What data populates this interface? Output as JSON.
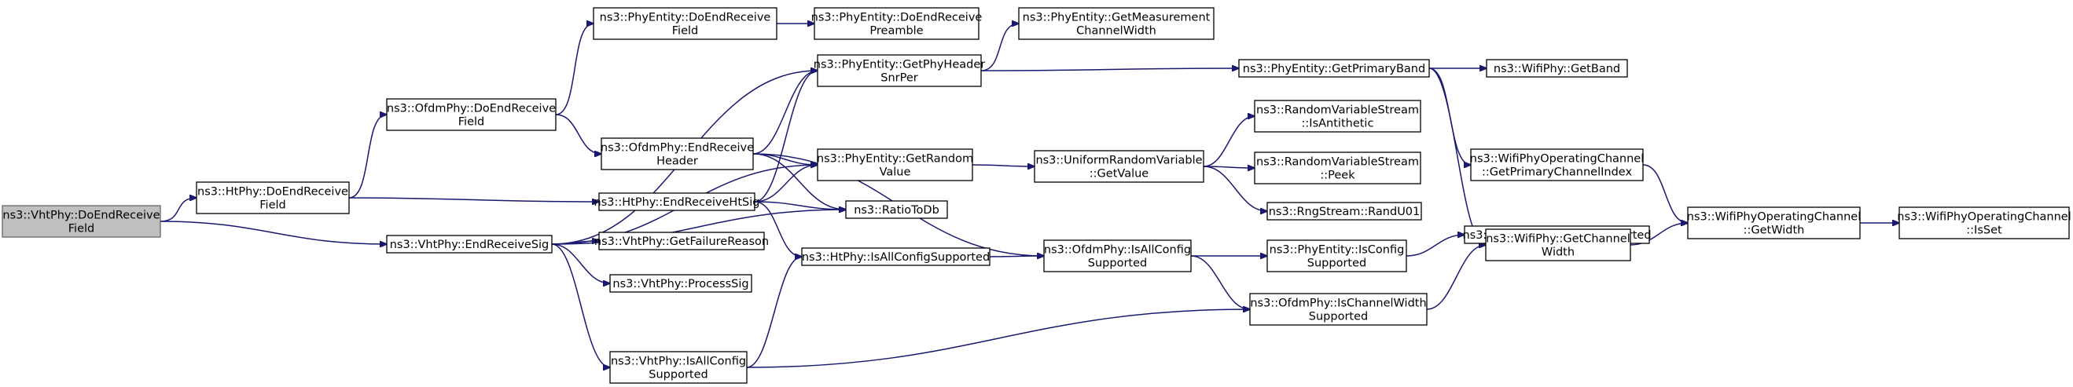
{
  "colors": {
    "edge": "#191970",
    "node_border": "#000000",
    "root_fill": "#bfbfbf",
    "node_fill": "#ffffff"
  },
  "nodes": [
    {
      "id": "vht_doendreceivefield",
      "root": true,
      "lines": [
        "ns3::VhtPhy::DoEndReceive",
        "Field"
      ]
    },
    {
      "id": "ht_doendreceivefield",
      "lines": [
        "ns3::HtPhy::DoEndReceive",
        "Field"
      ]
    },
    {
      "id": "ofdm_doendreceivefield",
      "lines": [
        "ns3::OfdmPhy::DoEndReceive",
        "Field"
      ]
    },
    {
      "id": "vht_endreceivesig",
      "lines": [
        "ns3::VhtPhy::EndReceiveSig"
      ]
    },
    {
      "id": "phyentity_doendreceivefield",
      "lines": [
        "ns3::PhyEntity::DoEndReceive",
        "Field"
      ]
    },
    {
      "id": "ofdm_endreceiveheader",
      "lines": [
        "ns3::OfdmPhy::EndReceive",
        "Header"
      ]
    },
    {
      "id": "ht_endreceivehtsig",
      "lines": [
        "ns3::HtPhy::EndReceiveHtSig"
      ]
    },
    {
      "id": "vht_getfailurereason",
      "lines": [
        "ns3::VhtPhy::GetFailureReason"
      ]
    },
    {
      "id": "vht_processsig",
      "lines": [
        "ns3::VhtPhy::ProcessSig"
      ]
    },
    {
      "id": "vht_isallconfigsupported",
      "lines": [
        "ns3::VhtPhy::IsAllConfig",
        "Supported"
      ]
    },
    {
      "id": "phyentity_doendreceivepreamble",
      "lines": [
        "ns3::PhyEntity::DoEndReceive",
        "Preamble"
      ]
    },
    {
      "id": "phyentity_getphyheadersnrper",
      "lines": [
        "ns3::PhyEntity::GetPhyHeader",
        "SnrPer"
      ]
    },
    {
      "id": "phyentity_getrandomvalue",
      "lines": [
        "ns3::PhyEntity::GetRandom",
        "Value"
      ]
    },
    {
      "id": "ratiotodb",
      "lines": [
        "ns3::RatioToDb"
      ]
    },
    {
      "id": "ht_isallconfigsupported",
      "lines": [
        "ns3::HtPhy::IsAllConfigSupported"
      ]
    },
    {
      "id": "phyentity_getmeasurementchannelwidth",
      "lines": [
        "ns3::PhyEntity::GetMeasurement",
        "ChannelWidth"
      ]
    },
    {
      "id": "uniformrandomvariable_getvalue",
      "lines": [
        "ns3::UniformRandomVariable",
        "::GetValue"
      ]
    },
    {
      "id": "ofdm_isallconfigsupported",
      "lines": [
        "ns3::OfdmPhy::IsAllConfig",
        "Supported"
      ]
    },
    {
      "id": "phyentity_getprimaryband",
      "lines": [
        "ns3::PhyEntity::GetPrimaryBand"
      ]
    },
    {
      "id": "randomvariablestream_isantithetic",
      "lines": [
        "ns3::RandomVariableStream",
        "::IsAntithetic"
      ]
    },
    {
      "id": "randomvariablestream_peek",
      "lines": [
        "ns3::RandomVariableStream",
        "::Peek"
      ]
    },
    {
      "id": "rngstream_randu01",
      "lines": [
        "ns3::RngStream::RandU01"
      ]
    },
    {
      "id": "phyentity_isconfigsupported",
      "lines": [
        "ns3::PhyEntity::IsConfig",
        "Supported"
      ]
    },
    {
      "id": "ofdm_ischannelwidthsupported",
      "lines": [
        "ns3::OfdmPhy::IsChannelWidth",
        "Supported"
      ]
    },
    {
      "id": "wifiphy_getband",
      "lines": [
        "ns3::WifiPhy::GetBand"
      ]
    },
    {
      "id": "wifiphyoperatingchannel_getprimarychannelindex",
      "lines": [
        "ns3::WifiPhyOperatingChannel",
        "::GetPrimaryChannelIndex"
      ]
    },
    {
      "id": "phyentity_ismodesupported",
      "lines": [
        "ns3::PhyEntity::IsModeSupported"
      ]
    },
    {
      "id": "wifiphy_getchannelwidth",
      "lines": [
        "ns3::WifiPhy::GetChannel",
        "Width"
      ]
    },
    {
      "id": "wifiphyoperatingchannel_getwidth",
      "lines": [
        "ns3::WifiPhyOperatingChannel",
        "::GetWidth"
      ]
    },
    {
      "id": "wifiphyoperatingchannel_isset",
      "lines": [
        "ns3::WifiPhyOperatingChannel",
        "::IsSet"
      ]
    }
  ],
  "edges": [
    [
      "vht_doendreceivefield",
      "ht_doendreceivefield"
    ],
    [
      "vht_doendreceivefield",
      "vht_endreceivesig"
    ],
    [
      "ht_doendreceivefield",
      "ofdm_doendreceivefield"
    ],
    [
      "ht_doendreceivefield",
      "ht_endreceivehtsig"
    ],
    [
      "ofdm_doendreceivefield",
      "phyentity_doendreceivefield"
    ],
    [
      "ofdm_doendreceivefield",
      "ofdm_endreceiveheader"
    ],
    [
      "phyentity_doendreceivefield",
      "phyentity_doendreceivepreamble"
    ],
    [
      "ofdm_endreceiveheader",
      "phyentity_getphyheadersnrper"
    ],
    [
      "ofdm_endreceiveheader",
      "phyentity_getrandomvalue"
    ],
    [
      "ofdm_endreceiveheader",
      "ratiotodb"
    ],
    [
      "ofdm_endreceiveheader",
      "ofdm_isallconfigsupported"
    ],
    [
      "ht_endreceivehtsig",
      "phyentity_getphyheadersnrper"
    ],
    [
      "ht_endreceivehtsig",
      "phyentity_getrandomvalue"
    ],
    [
      "ht_endreceivehtsig",
      "ratiotodb"
    ],
    [
      "ht_endreceivehtsig",
      "ht_isallconfigsupported"
    ],
    [
      "vht_endreceivesig",
      "phyentity_getphyheadersnrper"
    ],
    [
      "vht_endreceivesig",
      "phyentity_getrandomvalue"
    ],
    [
      "vht_endreceivesig",
      "ratiotodb"
    ],
    [
      "vht_endreceivesig",
      "vht_getfailurereason"
    ],
    [
      "vht_endreceivesig",
      "vht_processsig"
    ],
    [
      "vht_endreceivesig",
      "vht_isallconfigsupported"
    ],
    [
      "vht_isallconfigsupported",
      "ht_isallconfigsupported"
    ],
    [
      "vht_isallconfigsupported",
      "ofdm_ischannelwidthsupported"
    ],
    [
      "phyentity_getphyheadersnrper",
      "phyentity_getmeasurementchannelwidth"
    ],
    [
      "phyentity_getphyheadersnrper",
      "phyentity_getprimaryband"
    ],
    [
      "phyentity_getrandomvalue",
      "uniformrandomvariable_getvalue"
    ],
    [
      "uniformrandomvariable_getvalue",
      "randomvariablestream_isantithetic"
    ],
    [
      "uniformrandomvariable_getvalue",
      "randomvariablestream_peek"
    ],
    [
      "uniformrandomvariable_getvalue",
      "rngstream_randu01"
    ],
    [
      "ht_isallconfigsupported",
      "ofdm_isallconfigsupported"
    ],
    [
      "ofdm_isallconfigsupported",
      "phyentity_isconfigsupported"
    ],
    [
      "ofdm_isallconfigsupported",
      "ofdm_ischannelwidthsupported"
    ],
    [
      "phyentity_isconfigsupported",
      "phyentity_ismodesupported"
    ],
    [
      "ofdm_ischannelwidthsupported",
      "wifiphy_getchannelwidth"
    ],
    [
      "phyentity_getprimaryband",
      "wifiphy_getband"
    ],
    [
      "phyentity_getprimaryband",
      "wifiphyoperatingchannel_getprimarychannelindex"
    ],
    [
      "phyentity_getprimaryband",
      "wifiphy_getchannelwidth"
    ],
    [
      "wifiphyoperatingchannel_getprimarychannelindex",
      "wifiphyoperatingchannel_getwidth"
    ],
    [
      "wifiphy_getchannelwidth",
      "wifiphyoperatingchannel_getwidth"
    ],
    [
      "wifiphyoperatingchannel_getwidth",
      "wifiphyoperatingchannel_isset"
    ]
  ]
}
